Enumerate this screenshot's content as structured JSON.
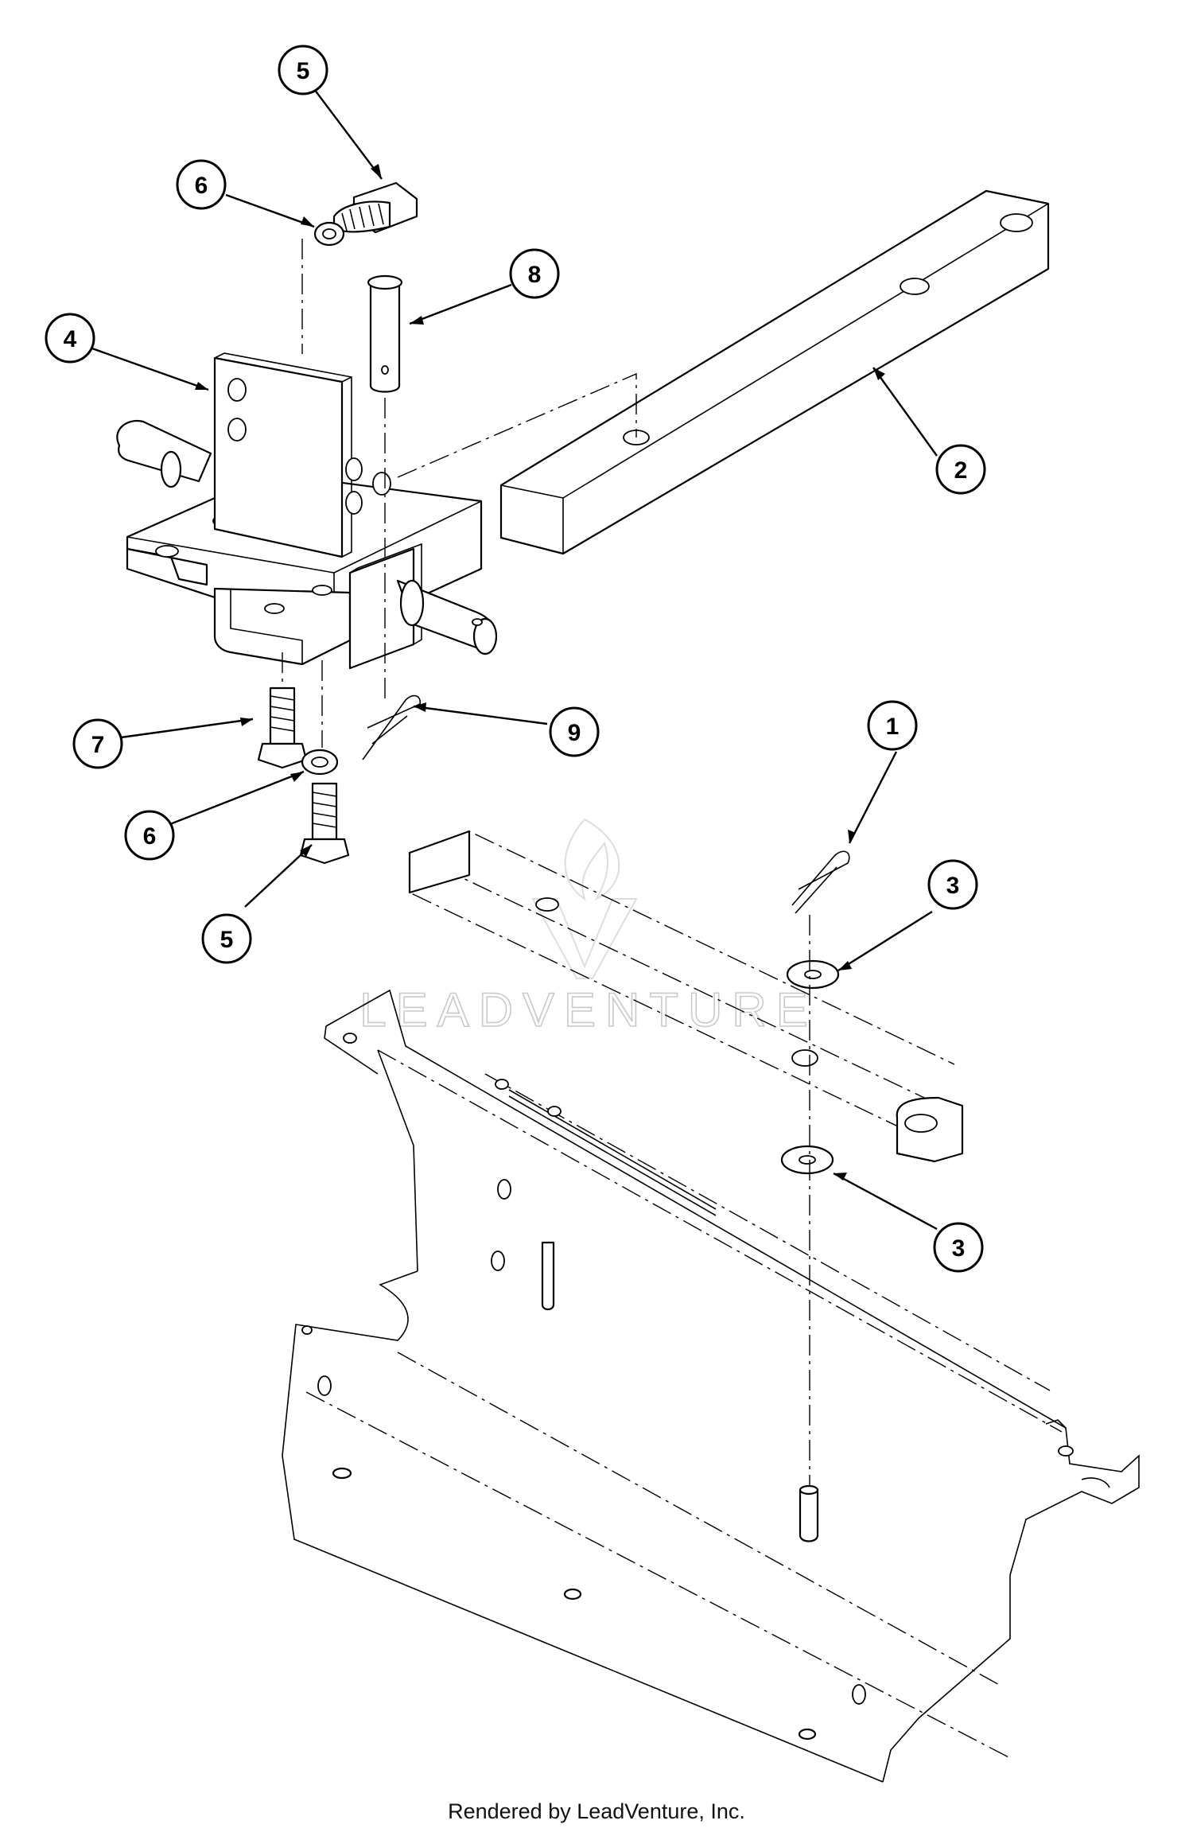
{
  "diagram": {
    "callouts": [
      {
        "id": "c5a",
        "label": "5"
      },
      {
        "id": "c6a",
        "label": "6"
      },
      {
        "id": "c8",
        "label": "8"
      },
      {
        "id": "c4",
        "label": "4"
      },
      {
        "id": "c2",
        "label": "2"
      },
      {
        "id": "c7",
        "label": "7"
      },
      {
        "id": "c9",
        "label": "9"
      },
      {
        "id": "c6b",
        "label": "6"
      },
      {
        "id": "c5b",
        "label": "5"
      },
      {
        "id": "c1",
        "label": "1"
      },
      {
        "id": "c3a",
        "label": "3"
      },
      {
        "id": "c3b",
        "label": "3"
      }
    ],
    "watermark": "LEADVENTURE",
    "footer": "Rendered by LeadVenture, Inc."
  },
  "colors": {
    "line": "#000000",
    "background": "#ffffff",
    "watermark": "#c9c9c9"
  }
}
